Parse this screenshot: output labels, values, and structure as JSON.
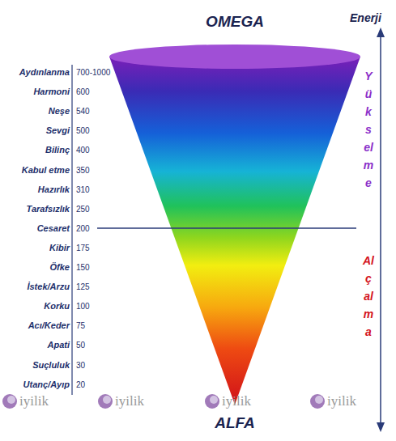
{
  "diagram": {
    "labels": [
      "OMEGA",
      "Enerji",
      "Aydınlanma",
      "700-1000",
      "Harmoni",
      "600",
      "Neşe",
      "540",
      "Sevgi",
      "500",
      "Bilinç",
      "400",
      "Kabul etme",
      "350",
      "Hazırlık",
      "310",
      "Tarafsızlık",
      "250",
      "Cesaret",
      "200",
      "Kibir",
      "175",
      "Öfke",
      "150",
      "İstek/Arzu",
      "125",
      "Korku",
      "100",
      "Acı/Keder",
      "75",
      "Apati",
      "50",
      "Suçluluk",
      "30",
      "Utanç/Ayıp",
      "20",
      "Yükselme",
      "Alçalma",
      "ALFA",
      "iyilik",
      "iyilik",
      "iyilik",
      "iyilik"
    ]
  }
}
